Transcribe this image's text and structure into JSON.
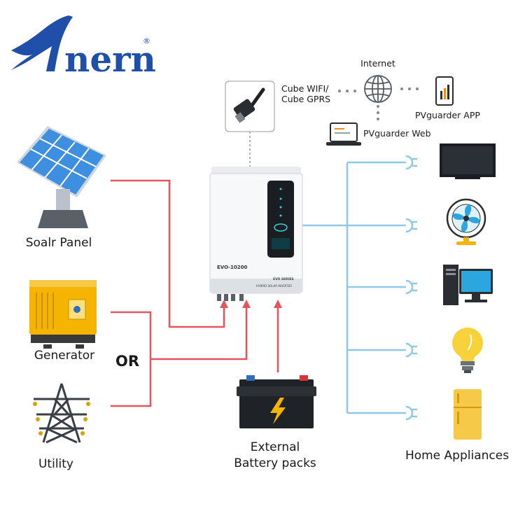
{
  "brand": {
    "name": "Anern",
    "logo_text": "nern",
    "registered": "®"
  },
  "labels": {
    "solar_panel": "Soalr Panel",
    "generator": "Generator",
    "or": "OR",
    "utility": "Utility",
    "battery_line1": "External",
    "battery_line2": "Battery packs",
    "home_appliances": "Home Appliances",
    "cube_line1": "Cube WIFI/",
    "cube_line2": "Cube  GPRS",
    "internet": "Internet",
    "app": "PVguarder APP",
    "web": "PVguarder Web",
    "inverter_model": "EVO-10200",
    "inverter_series": "EVO SERIES",
    "inverter_type": "HYBRID SOLAR INVERTER"
  },
  "colors": {
    "input_line": "#e2555b",
    "output_line": "#8ec9e6",
    "network_dots": "#888888",
    "brand": "#1f4fa8"
  },
  "icons": [
    "solar-panel-icon",
    "generator-icon",
    "utility-tower-icon",
    "battery-icon",
    "inverter-icon",
    "wifi-dongle-icon",
    "globe-icon",
    "phone-app-icon",
    "laptop-icon",
    "tv-icon",
    "fan-icon",
    "computer-icon",
    "light-bulb-icon",
    "fridge-icon",
    "plug-icon"
  ]
}
